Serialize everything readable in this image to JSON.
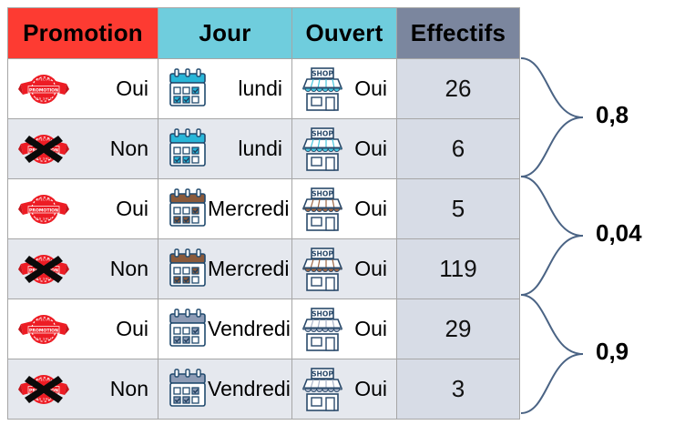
{
  "table": {
    "columns": [
      {
        "key": "promotion",
        "label": "Promotion",
        "header_color": "#fd3b32"
      },
      {
        "key": "jour",
        "label": "Jour",
        "header_color": "#6fcddd"
      },
      {
        "key": "ouvert",
        "label": "Ouvert",
        "header_color": "#6fcddd"
      },
      {
        "key": "effectifs",
        "label": "Effectifs",
        "header_color": "#7b869e"
      }
    ],
    "rows": [
      {
        "promotion": "Oui",
        "promotion_icon": "promotion-badge-icon",
        "jour": "lundi",
        "jour_icon": "calendar-icon",
        "jour_color": "#29b6d8",
        "ouvert": "Oui",
        "ouvert_icon": "shop-icon",
        "ouvert_color": "#45c6dd",
        "effectifs": "26"
      },
      {
        "promotion": "Non",
        "promotion_icon": "promotion-badge-crossed-icon",
        "jour": "lundi",
        "jour_icon": "calendar-icon",
        "jour_color": "#29b6d8",
        "ouvert": "Oui",
        "ouvert_icon": "shop-icon",
        "ouvert_color": "#45c6dd",
        "effectifs": "6"
      },
      {
        "promotion": "Oui",
        "promotion_icon": "promotion-badge-icon",
        "jour": "Mercredi",
        "jour_icon": "calendar-icon",
        "jour_color": "#8a5a3b",
        "ouvert": "Oui",
        "ouvert_icon": "shop-icon",
        "ouvert_color": "#9c6644",
        "effectifs": "5"
      },
      {
        "promotion": "Non",
        "promotion_icon": "promotion-badge-crossed-icon",
        "jour": "Mercredi",
        "jour_icon": "calendar-icon",
        "jour_color": "#8a5a3b",
        "ouvert": "Oui",
        "ouvert_icon": "shop-icon",
        "ouvert_color": "#9c6644",
        "effectifs": "119"
      },
      {
        "promotion": "Oui",
        "promotion_icon": "promotion-badge-icon",
        "jour": "Vendredi",
        "jour_icon": "calendar-icon",
        "jour_color": "#8d9bb5",
        "ouvert": "Oui",
        "ouvert_icon": "shop-icon",
        "ouvert_color": "#a9b4c8",
        "effectifs": "29"
      },
      {
        "promotion": "Non",
        "promotion_icon": "promotion-badge-crossed-icon",
        "jour": "Vendredi",
        "jour_icon": "calendar-icon",
        "jour_color": "#8d9bb5",
        "ouvert": "Oui",
        "ouvert_icon": "shop-icon",
        "ouvert_color": "#a9b4c8",
        "effectifs": "3"
      }
    ]
  },
  "braces": [
    {
      "label": "0,8",
      "rows": [
        0,
        1
      ]
    },
    {
      "label": "0,04",
      "rows": [
        2,
        3
      ]
    },
    {
      "label": "0,9",
      "rows": [
        4,
        5
      ]
    }
  ],
  "colors": {
    "brace_stroke": "#4a6384",
    "header_promotion": "#fd3b32",
    "header_jour": "#6fcddd",
    "header_ouvert": "#6fcddd",
    "header_effectifs": "#7b869e",
    "row_odd": "#ffffff",
    "row_even": "#e5e8ee",
    "effectifs_cell": "#d7dce6",
    "grid_line": "#a6a6a6"
  }
}
